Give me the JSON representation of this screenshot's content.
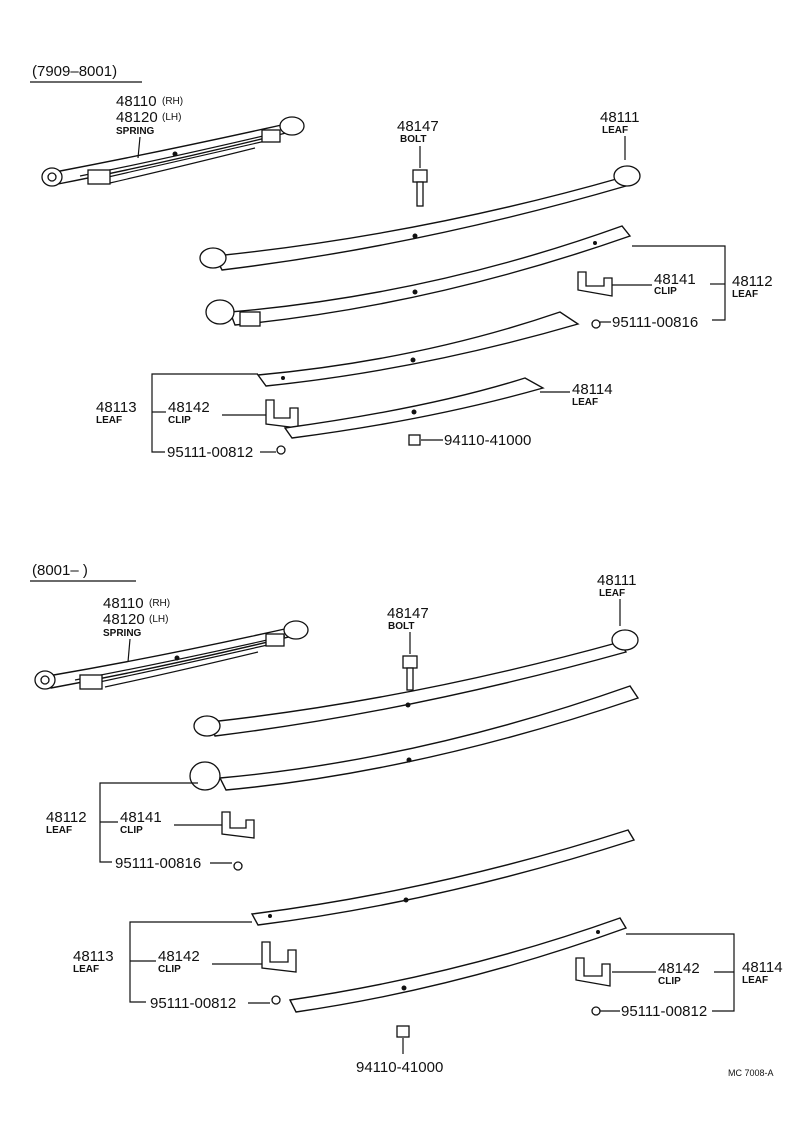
{
  "header_top": "(7909–8001)",
  "header_bottom": "(8001–        )",
  "top": {
    "spring_rh": "48110",
    "spring_rh_side": "(RH)",
    "spring_lh": "48120",
    "spring_lh_side": "(LH)",
    "spring_label": "SPRING",
    "bolt_no": "48147",
    "bolt_label": "BOLT",
    "leaf_48111": "48111",
    "leaf_48111_label": "LEAF",
    "clip_48141": "48141",
    "clip_48141_label": "CLIP",
    "leaf_48112": "48112",
    "leaf_48112_label": "LEAF",
    "bolt_00816": "95111-00816",
    "leaf_48114": "48114",
    "leaf_48114_label": "LEAF",
    "leaf_48113": "48113",
    "leaf_48113_label": "LEAF",
    "clip_48142": "48142",
    "clip_48142_label": "CLIP",
    "bolt_00812": "95111-00812",
    "nut_41000": "94110-41000"
  },
  "bottom": {
    "spring_rh": "48110",
    "spring_rh_side": "(RH)",
    "spring_lh": "48120",
    "spring_lh_side": "(LH)",
    "spring_label": "SPRING",
    "bolt_no": "48147",
    "bolt_label": "BOLT",
    "leaf_48111": "48111",
    "leaf_48111_label": "LEAF",
    "leaf_48112": "48112",
    "leaf_48112_label": "LEAF",
    "clip_48141": "48141",
    "clip_48141_label": "CLIP",
    "bolt_00816": "95111-00816",
    "leaf_48113": "48113",
    "leaf_48113_label": "LEAF",
    "clip_48142a": "48142",
    "clip_48142a_label": "CLIP",
    "bolt_00812a": "95111-00812",
    "clip_48142b": "48142",
    "clip_48142b_label": "CLIP",
    "leaf_48114": "48114",
    "leaf_48114_label": "LEAF",
    "bolt_00812b": "95111-00812",
    "nut_41000": "94110-41000"
  },
  "footer_code": "MC  7008-A"
}
